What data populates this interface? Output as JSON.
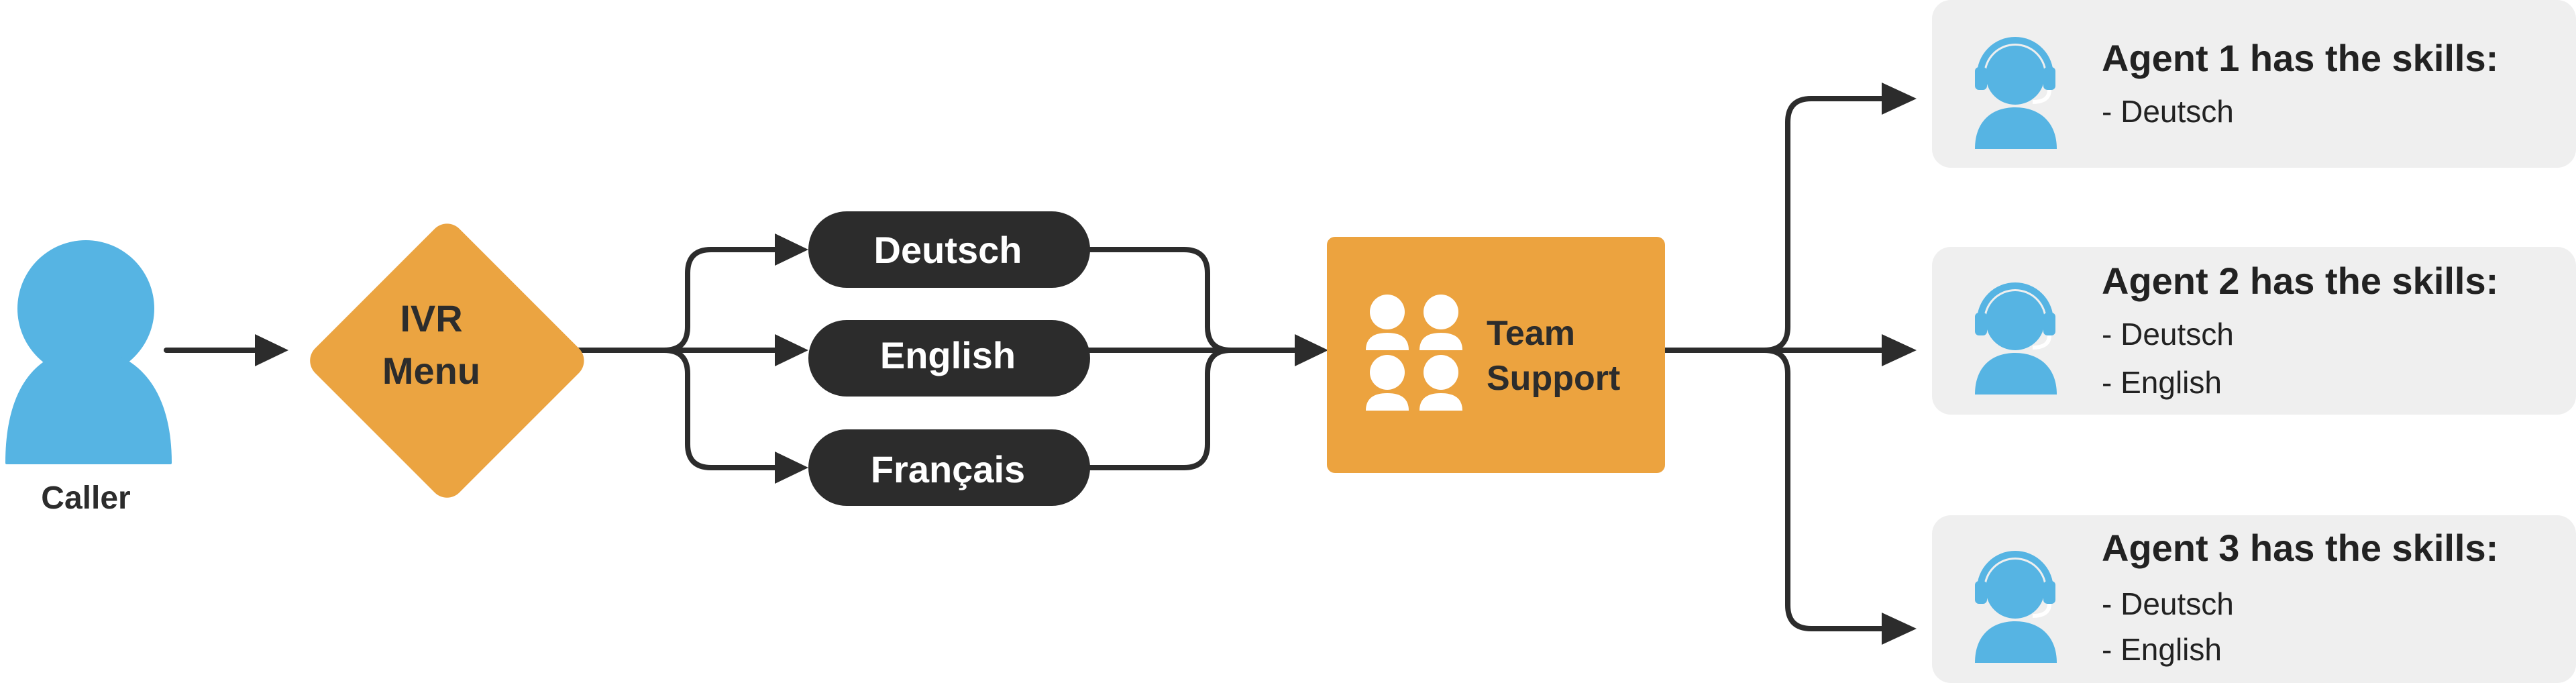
{
  "colors": {
    "person_blue": "#56b4e3",
    "ivr_orange": "#eba441",
    "team_orange": "#eca33f",
    "pill_dark": "#2c2c2c",
    "connector": "#2c2c2c",
    "card_gray": "#efefef"
  },
  "caller": {
    "label": "Caller",
    "icon": "person-icon"
  },
  "ivr": {
    "line1": "IVR",
    "line2": "Menu"
  },
  "languages": [
    {
      "label": "Deutsch"
    },
    {
      "label": "English"
    },
    {
      "label": "Français"
    }
  ],
  "team": {
    "line1": "Team",
    "line2": "Support",
    "icon": "group-icon"
  },
  "agents": [
    {
      "title": "Agent 1 has the skills:",
      "skills": [
        "- Deutsch"
      ],
      "icon": "headset-agent-icon"
    },
    {
      "title": "Agent 2 has the skills:",
      "skills": [
        "- Deutsch",
        "- English"
      ],
      "icon": "headset-agent-icon"
    },
    {
      "title": "Agent 3 has the skills:",
      "skills": [
        "- Deutsch",
        "- English"
      ],
      "icon": "headset-agent-icon"
    }
  ]
}
